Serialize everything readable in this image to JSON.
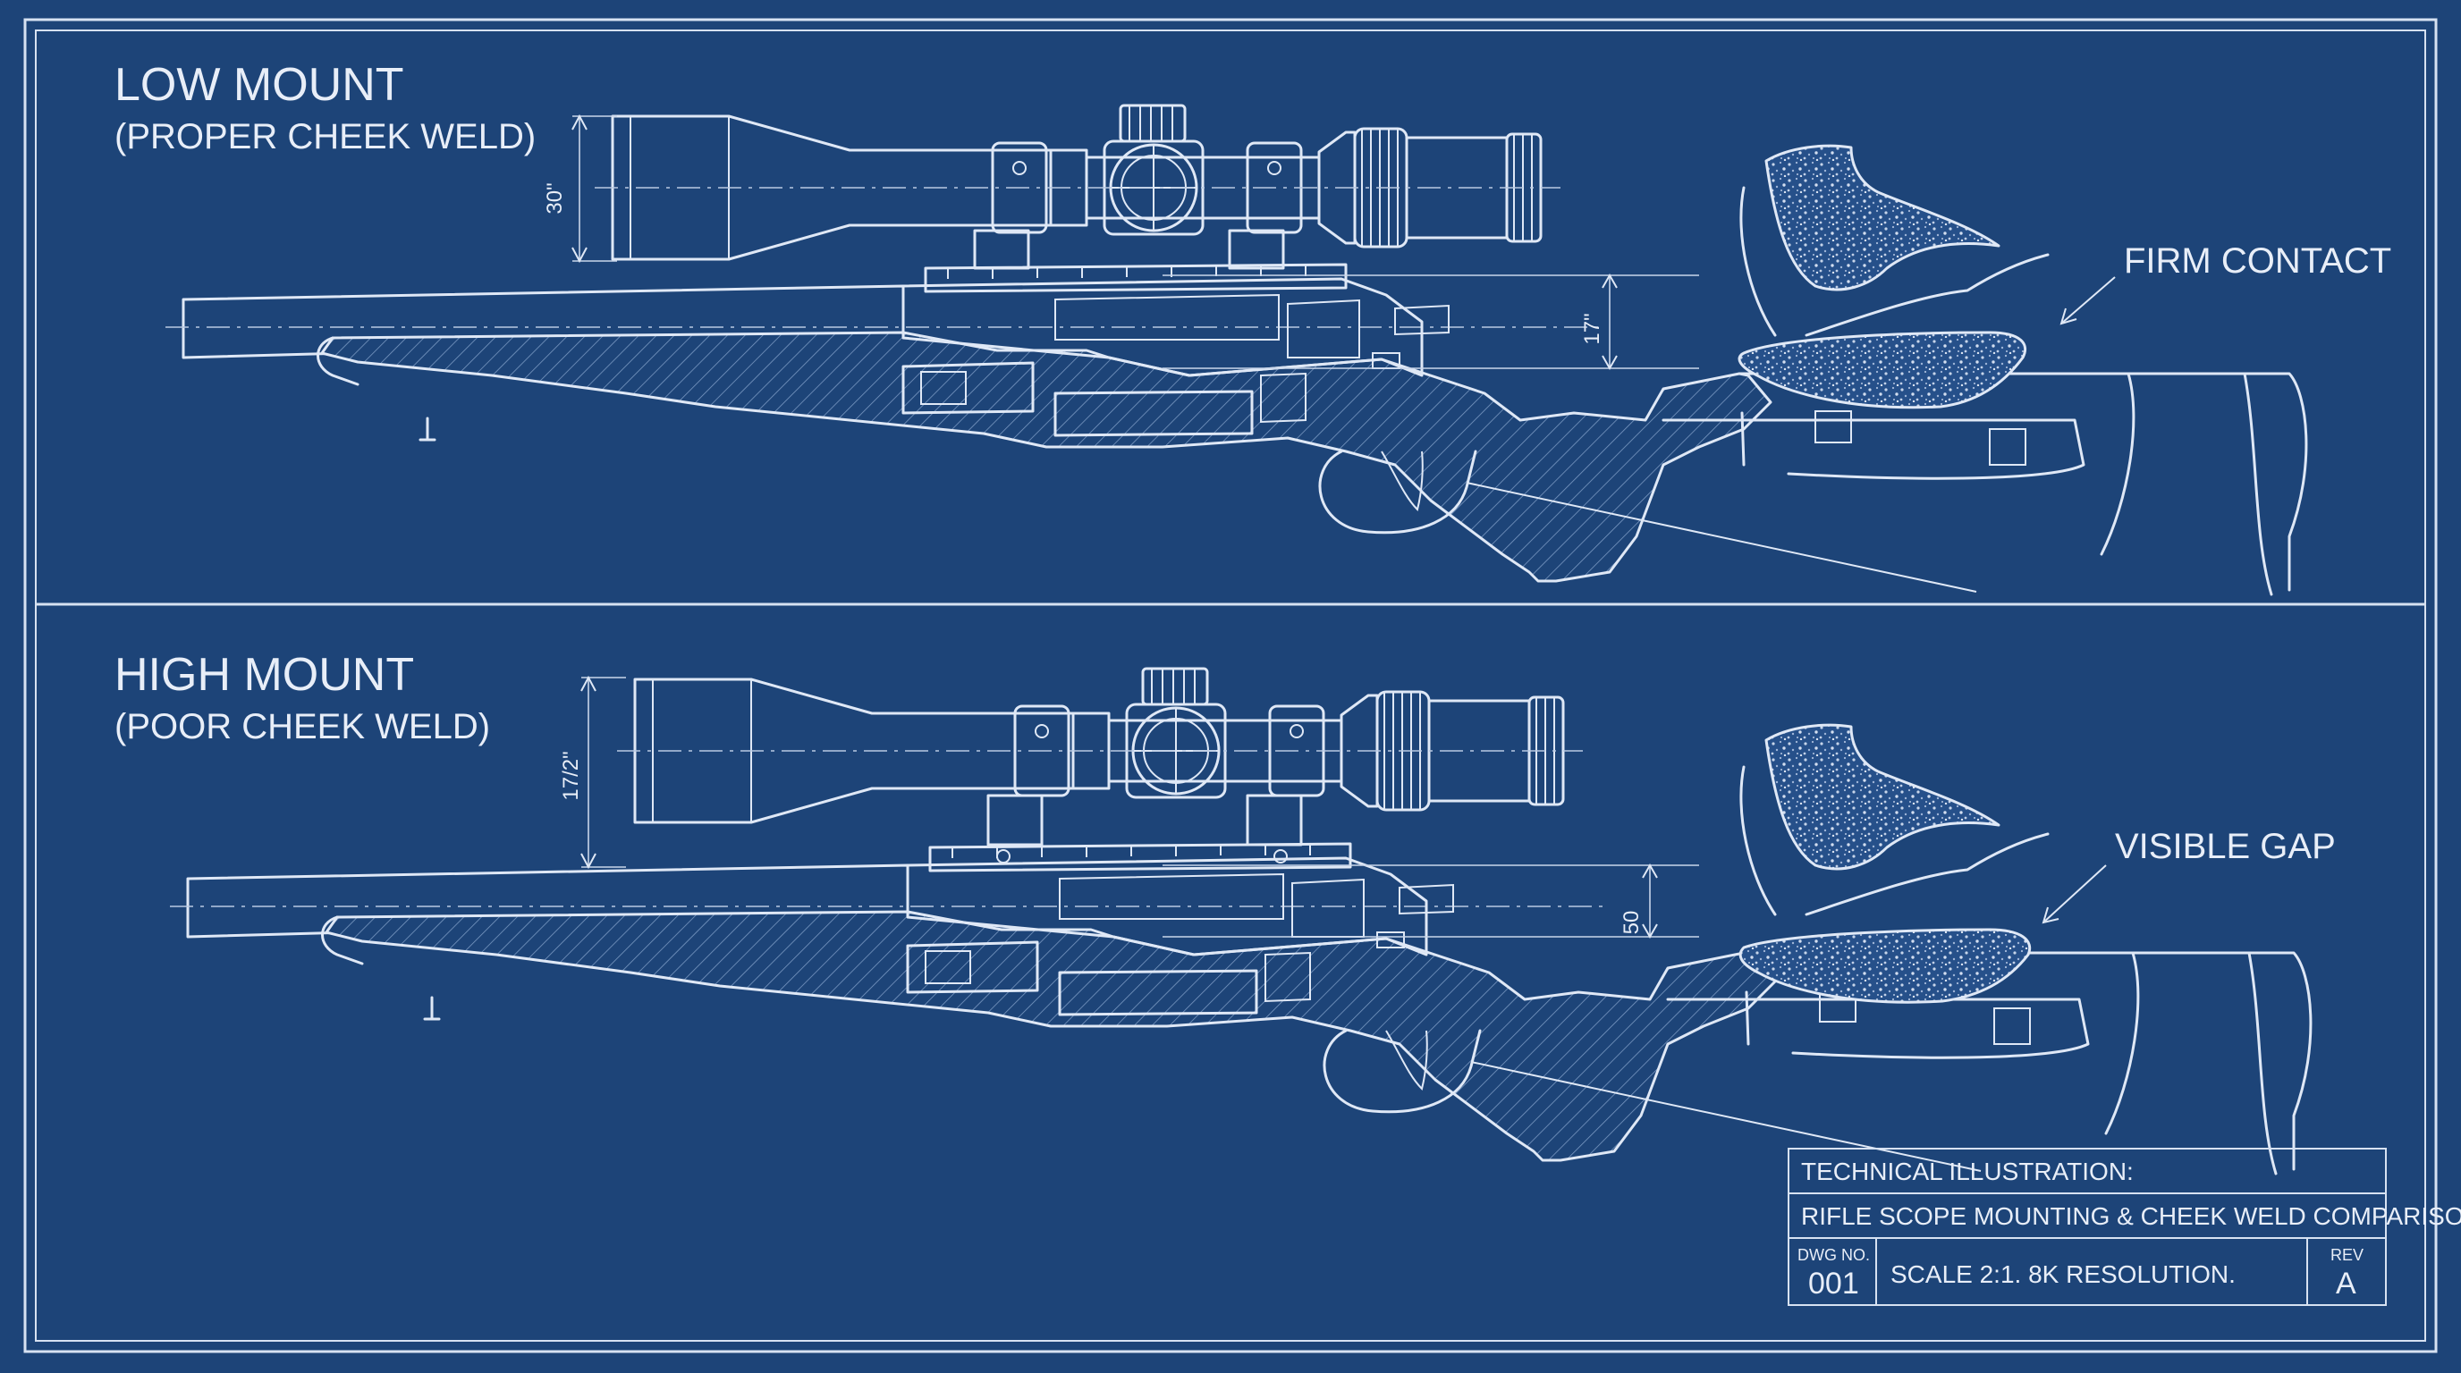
{
  "panels": {
    "low": {
      "title": "LOW MOUNT",
      "subtitle": "(PROPER CHEEK WELD)",
      "callout": "FIRM CONTACT",
      "dim_scope": "30\"",
      "dim_cheek": "17\""
    },
    "high": {
      "title": "HIGH MOUNT",
      "subtitle": "(POOR CHEEK WELD)",
      "callout": "VISIBLE GAP",
      "dim_scope": "17/2\"",
      "dim_cheek": "50"
    }
  },
  "title_block": {
    "line1": "TECHNICAL ILLUSTRATION:",
    "line2": "RIFLE SCOPE MOUNTING & CHEEK WELD COMPARISON.",
    "dwg_label": "DWG NO.",
    "dwg_no": "001",
    "scale": "SCALE  2:1.   8K RESOLUTION.",
    "rev_label": "REV",
    "rev": "A"
  },
  "colors": {
    "background": "#1d4478",
    "linework": "#dfe8f6"
  }
}
